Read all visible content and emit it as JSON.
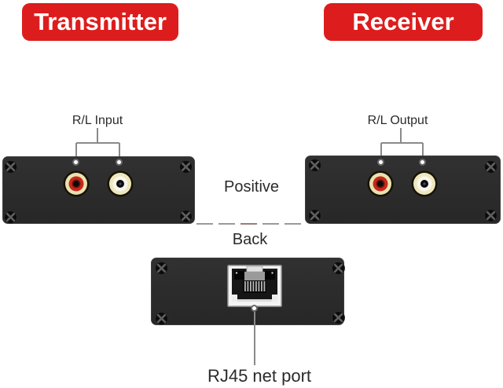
{
  "banners": [
    {
      "name": "transmitter",
      "label": "Transmitter"
    },
    {
      "name": "receiver",
      "label": "Receiver"
    }
  ],
  "transmitter_panel": {
    "ports_label": "R/L Input",
    "ports": [
      "red-rca-jack",
      "white-rca-jack"
    ]
  },
  "receiver_panel": {
    "ports_label": "R/L Output",
    "ports": [
      "red-rca-jack",
      "white-rca-jack"
    ]
  },
  "middle": {
    "front_label": "Positive",
    "back_label": "Back"
  },
  "back_panel": {
    "port_label": "RJ45 net port",
    "port": "rj45-ethernet-port"
  },
  "icons": {
    "screw": "phillips-screw-x",
    "rca_red": "rca-jack-red",
    "rca_white": "rca-jack-white",
    "rj45": "rj45-ethernet-port",
    "marker_dot": "port-marker-dot"
  },
  "colors": {
    "banner_red": "#dd1d1d",
    "banner_text": "#ffffff",
    "device_body": "#2b2b2b",
    "rca_red": "#c9271b",
    "rca_cream_ring": "#e9e2ae",
    "rca_white": "#f8f6ee",
    "annotation_line": "#8a8a8a",
    "text": "#2b2b2b",
    "background": "#ffffff"
  }
}
